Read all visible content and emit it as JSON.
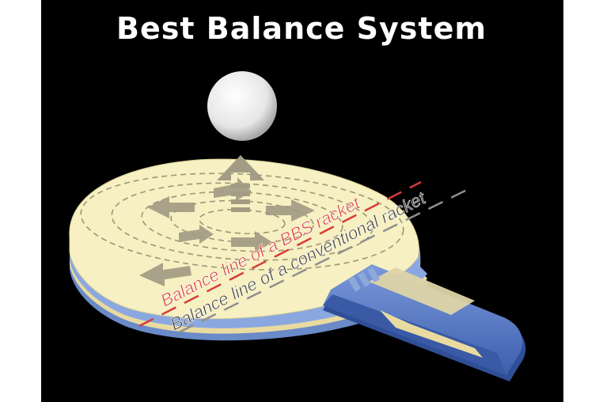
{
  "title": "Best Balance System",
  "labels": {
    "bbs_line": "Balance line of a BBS racket",
    "conventional_line": "Balance line of a conventional racket"
  },
  "colors": {
    "background": "#000000",
    "blade_face": "#f6f0c2",
    "handle_blue": "#4f74c4",
    "bbs_line": "#d83a3a",
    "conventional_line": "#3d3d3d",
    "arrow": "#a39c84"
  },
  "icons": [
    "ball-icon",
    "force-arrow-icon"
  ]
}
